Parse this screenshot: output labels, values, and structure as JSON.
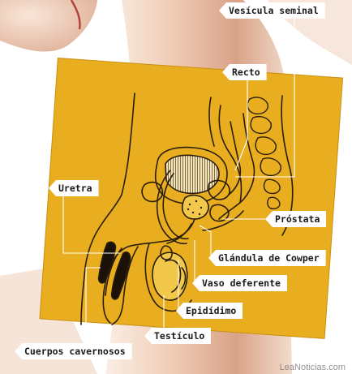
{
  "colors": {
    "panel": "#E9AE1F",
    "panel_edge": "#C98E10",
    "line_art": "#2a1d08",
    "leader": "#ffffff",
    "skin_light": "#f4d8c5",
    "skin_mid": "#e1b196",
    "skin_shadow": "#b98470"
  },
  "labels": {
    "vesicula_seminal": "Vesícula seminal",
    "recto": "Recto",
    "uretra": "Uretra",
    "prostata": "Próstata",
    "glandula_cowper": "Glándula de Cowper",
    "vaso_deferente": "Vaso deferente",
    "epididimo": "Epidídimo",
    "testiculo": "Testículo",
    "cuerpos_cavernosos": "Cuerpos cavernosos"
  },
  "watermark": "LeaNoticias.com"
}
